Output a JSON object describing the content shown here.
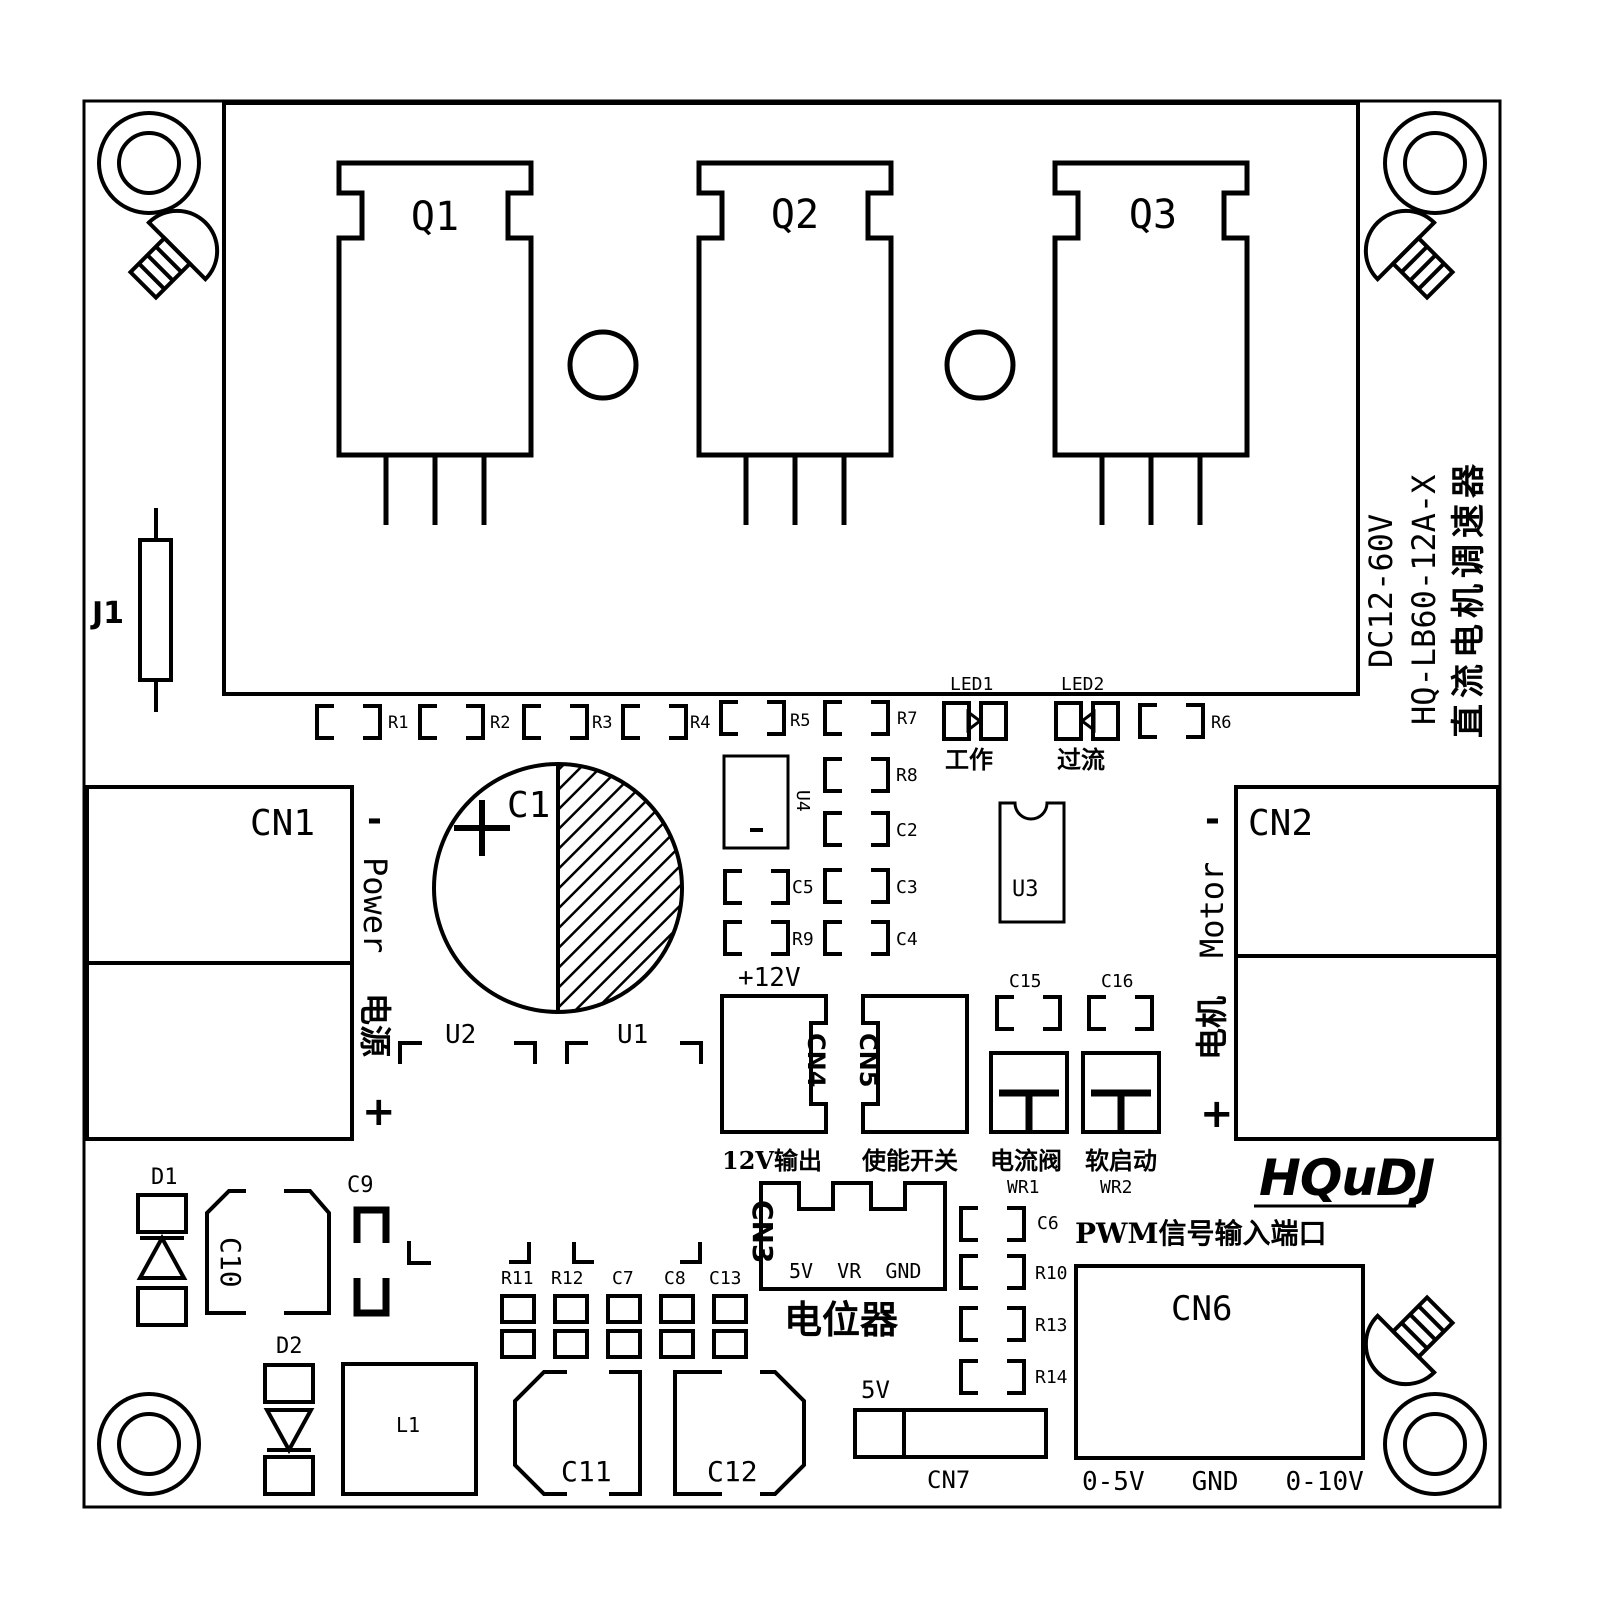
{
  "board": {
    "model": "HQ-LB60-12A-X",
    "voltage": "DC12-60V",
    "title_cn": "直流电机调速器",
    "brand": "HQuDJ"
  },
  "transistors": [
    "Q1",
    "Q2",
    "Q3"
  ],
  "components": {
    "J1": "J1",
    "C1": "C1",
    "U1": "U1",
    "U2": "U2",
    "U3": "U3",
    "U4": "U4",
    "L1": "L1",
    "D1": "D1",
    "D2": "D2",
    "C9": "C9",
    "C10": "C10",
    "C11": "C11",
    "C12": "C12",
    "LED1": "LED1",
    "LED2": "LED2"
  },
  "resistors_top": [
    "R1",
    "R2",
    "R3",
    "R4",
    "R5",
    "R7",
    "R6"
  ],
  "mid_parts": {
    "R8": "R8",
    "C2": "C2",
    "C5": "C5",
    "C3": "C3",
    "R9": "R9",
    "C4": "C4",
    "C15": "C15",
    "C16": "C16",
    "C6": "C6",
    "R10": "R10",
    "R13": "R13",
    "R14": "R14"
  },
  "small_row": [
    "R11",
    "R12",
    "C7",
    "C8",
    "C13"
  ],
  "leds": {
    "led1_label": "工作",
    "led2_label": "过流"
  },
  "connectors": {
    "CN1": "CN1",
    "CN2": "CN2",
    "CN3": "CN3",
    "CN4": "CN4",
    "CN5": "CN5",
    "CN6": "CN6",
    "CN7": "CN7"
  },
  "labels": {
    "power": "Power",
    "power_cn": "电源",
    "motor": "Motor",
    "motor_cn": "电机",
    "minus": "-",
    "plus": "+",
    "v12": "+12V",
    "cn4_label": "12V输出",
    "cn5_label": "使能开关",
    "wr1_label": "电流阀",
    "wr2_label": "软启动",
    "wr1": "WR1",
    "wr2": "WR2",
    "pwm_port": "PWM信号输入端口",
    "cn3_pins": "5V  VR  GND",
    "potentiometer": "电位器",
    "cn7_5v": "5V",
    "cn6_pins": "0-5V   GND   0-10V"
  }
}
